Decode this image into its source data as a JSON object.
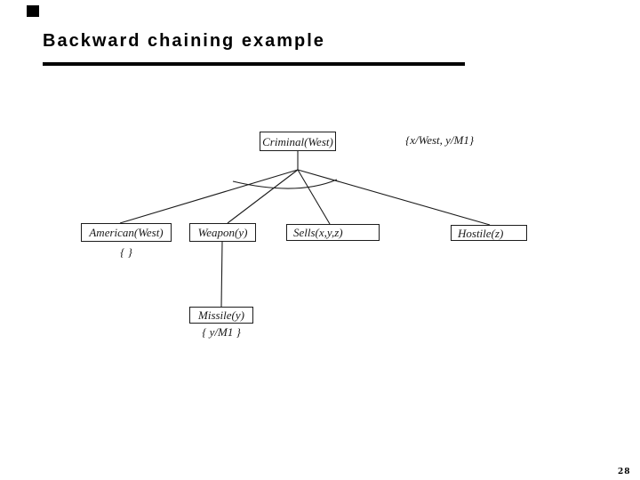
{
  "slide": {
    "title": "Backward chaining example",
    "page_number": "28"
  },
  "colors": {
    "background": "#ffffff",
    "ink": "#000000",
    "diagram_line": "#1c1c1c"
  },
  "diagram": {
    "type": "backward-chaining-proof-tree",
    "root": {
      "label": "Criminal(West)",
      "substitution": "{x/West, y/M1}"
    },
    "children": [
      {
        "label": "American(West)",
        "substitution": "{ }"
      },
      {
        "label": "Weapon(y)"
      },
      {
        "label": "Sells(x,y,z)"
      },
      {
        "label": "Hostile(z)"
      }
    ],
    "missile": {
      "label": "Missile(y)",
      "substitution": "{ y/M1 }"
    }
  }
}
